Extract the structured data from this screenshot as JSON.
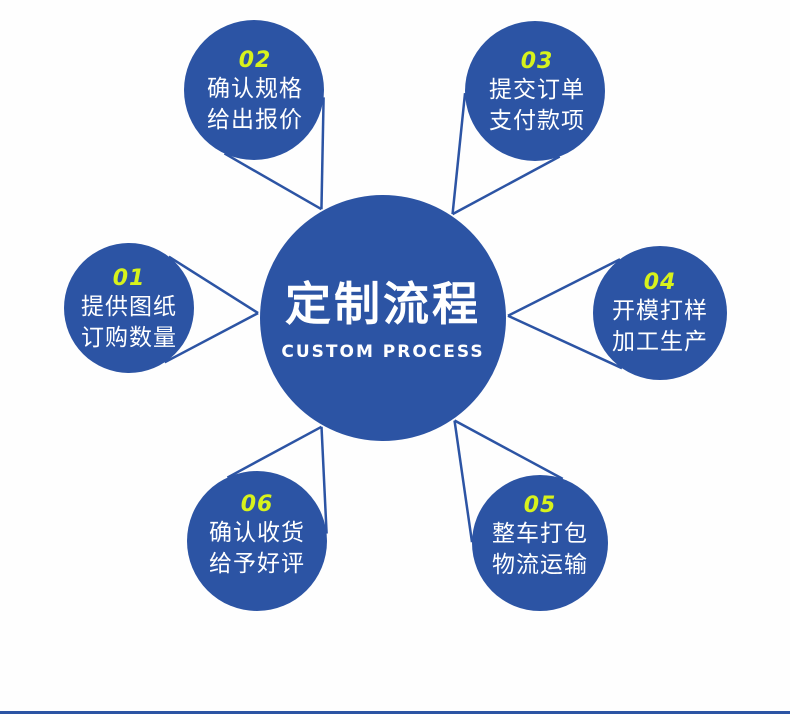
{
  "colors": {
    "primary": "#2c54a4",
    "accent": "#d7f21c",
    "text": "#ffffff"
  },
  "center": {
    "title": "定制流程",
    "subtitle": "CUSTOM PROCESS"
  },
  "steps": [
    {
      "num": "01",
      "line1": "提供图纸",
      "line2": "订购数量"
    },
    {
      "num": "02",
      "line1": "确认规格",
      "line2": "给出报价"
    },
    {
      "num": "03",
      "line1": "提交订单",
      "line2": "支付款项"
    },
    {
      "num": "04",
      "line1": "开模打样",
      "line2": "加工生产"
    },
    {
      "num": "05",
      "line1": "整车打包",
      "line2": "物流运输"
    },
    {
      "num": "06",
      "line1": "确认收货",
      "line2": "给予好评"
    }
  ]
}
